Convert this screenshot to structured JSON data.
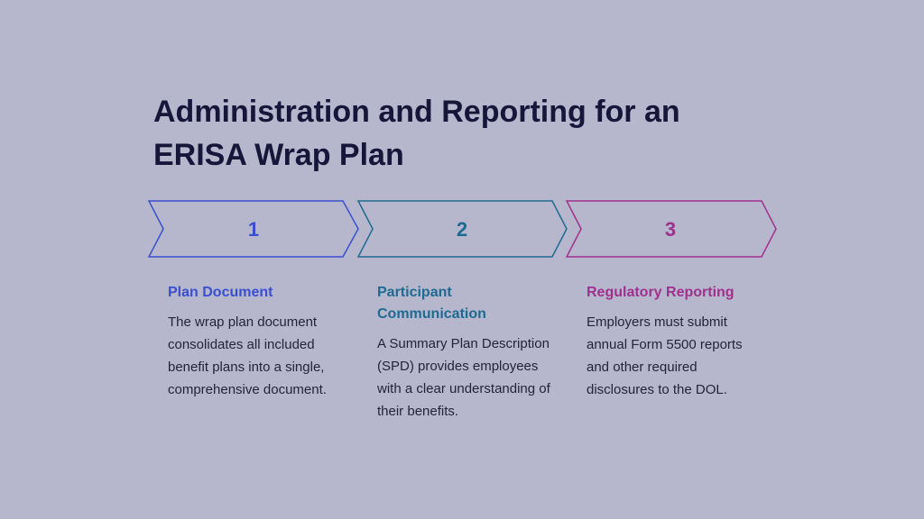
{
  "title_line1": "Administration and Reporting for an",
  "title_line2": "ERISA Wrap Plan",
  "colors": {
    "step1": "#3a4fd0",
    "step2": "#1f6a92",
    "step3": "#a0308e"
  },
  "steps": [
    {
      "number": "1",
      "heading": "Plan Document",
      "body": "The wrap plan document consolidates all included benefit plans into a single, comprehensive document."
    },
    {
      "number": "2",
      "heading": "Participant Communication",
      "body": "A Summary Plan Description (SPD) provides employees with a clear understanding of their benefits."
    },
    {
      "number": "3",
      "heading": "Regulatory Reporting",
      "body": "Employers must submit annual Form 5500 reports and other required disclosures to the DOL."
    }
  ]
}
